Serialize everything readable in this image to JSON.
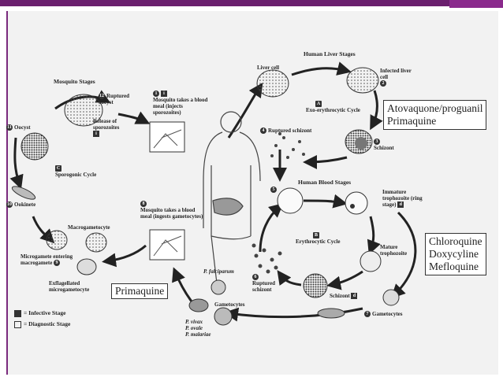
{
  "stages": {
    "mosquito": "Mosquito Stages",
    "liver": "Human Liver Stages",
    "blood": "Human Blood Stages"
  },
  "cycles": {
    "sporogonic": "Sporogonic Cycle",
    "exo_erythrocytic": "Exo-erythrocytic Cycle",
    "erythrocytic": "Erythrocytic Cycle"
  },
  "cycle_letters": {
    "a": "A",
    "b": "B",
    "c": "C"
  },
  "labels": {
    "ruptured_oocyst": "Ruptured oocyst",
    "release_sporozoites": "Release of sporozoites",
    "oocyst": "Oocyst",
    "ookinete": "Ookinete",
    "macrogametocyte": "Macrogametocyte",
    "microgamete_entering": "Microgamete entering macrogamete",
    "exflagellated": "Exflagellated microgametocyte",
    "mosquito_blood_meal_1": "Mosquito takes a blood meal (injects sporozoites)",
    "mosquito_blood_meal_2": "Mosquito takes a blood meal (ingests gametocytes)",
    "liver_cell": "Liver cell",
    "infected_liver_cell": "Infected liver cell",
    "schizont_liver": "Schizont",
    "ruptured_schizont_liver": "Ruptured schizont",
    "immature_trophozoite": "Immature trophozoite (ring stage)",
    "mature_trophozoite": "Mature trophozoite",
    "schizont_blood": "Schizont",
    "ruptured_schizont_blood": "Ruptured schizont",
    "gametocytes_right": "Gametocytes",
    "gametocytes_left": "Gametocytes",
    "p_falciparum": "P. falciparum",
    "p_vivax": "P. vivax",
    "p_ovale": "P. ovale",
    "p_malariae": "P. malariae"
  },
  "step_numbers": {
    "s1": "1",
    "s2": "2",
    "s3": "3",
    "s4": "4",
    "s5": "5",
    "s6": "6",
    "s7": "7",
    "s8": "8",
    "s9": "9",
    "s10": "10",
    "s11": "11",
    "s12": "12"
  },
  "drug_boxes": {
    "liver": [
      "Atovaquone/proguanil",
      "Primaquine"
    ],
    "blood": [
      "Chloroquine",
      "Doxycyline",
      "Mefloquine"
    ],
    "mosquito": [
      "Primaquine"
    ]
  },
  "legend": {
    "infective": "= Infective Stage",
    "diagnostic": "= Diagnostic Stage"
  },
  "colors": {
    "slide_accent": "#6b1f6e",
    "ink": "#222222"
  }
}
